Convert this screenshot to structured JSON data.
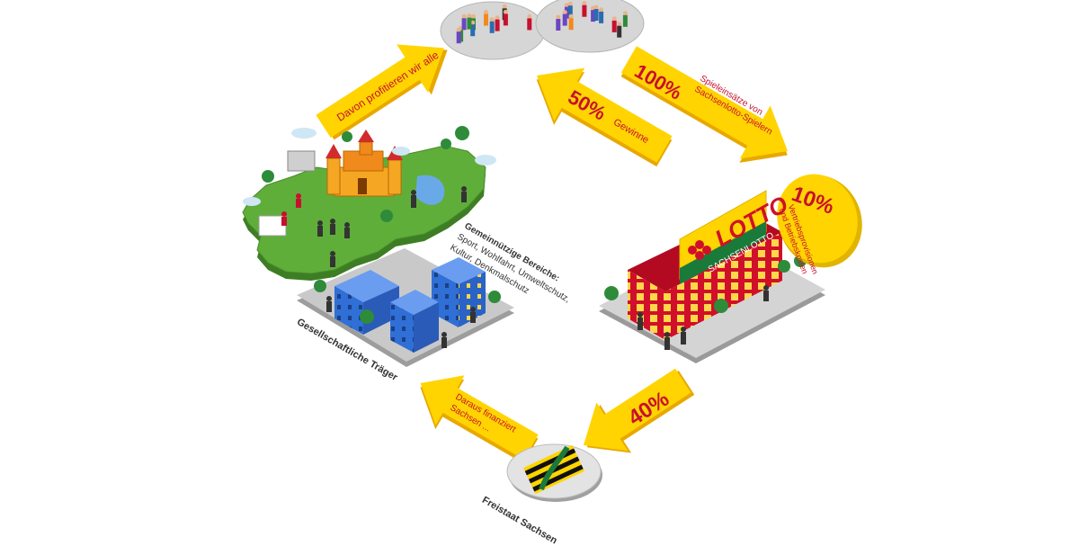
{
  "colors": {
    "arrow_yellow": "#ffd400",
    "arrow_shadow": "#e8a800",
    "text_red": "#c8102e",
    "lotto_red": "#d0102a",
    "lotto_yellow": "#ffd400",
    "lotto_green": "#1a7a3a",
    "map_green": "#5fae3a",
    "map_side": "#3d7d24",
    "platform": "#d9d9d9",
    "building_blue": "#2f6fd6",
    "plaza_grey": "#c9c9c9"
  },
  "arrows": {
    "top_left": {
      "text": "Davon profitieren wir alle"
    },
    "top_center": {
      "percent": "50%",
      "text": "Gewinne"
    },
    "top_right": {
      "percent": "100%",
      "line1": "Spieleinsätze von",
      "line2": "Sachsenlotto-Spielern"
    },
    "bottom_right": {
      "percent": "40%"
    },
    "bottom_left": {
      "line1": "Daraus finanziert",
      "line2": "Sachsen ..."
    }
  },
  "badge": {
    "percent": "10%",
    "line1": "Vertriebsprovisionen",
    "line2": "und Betriebskosten"
  },
  "lotto": {
    "logo": "LOTTO",
    "sublabel": "SACHSENLOTTO"
  },
  "captions": {
    "gemeinnuetzig_title": "Gemeinnützige Bereiche:",
    "gemeinnuetzig_line1": "Sport, Wohlfahrt, Umweltschutz,",
    "gemeinnuetzig_line2": "Kultur, Denkmalschutz",
    "traeger": "Gesellschaftliche Träger",
    "freistaat": "Freistaat Sachsen"
  },
  "icons": [
    "people-crowd-icon",
    "lotto-shop-icon",
    "saxony-coat-of-arms-icon",
    "saxony-map-icon",
    "office-buildings-icon"
  ]
}
